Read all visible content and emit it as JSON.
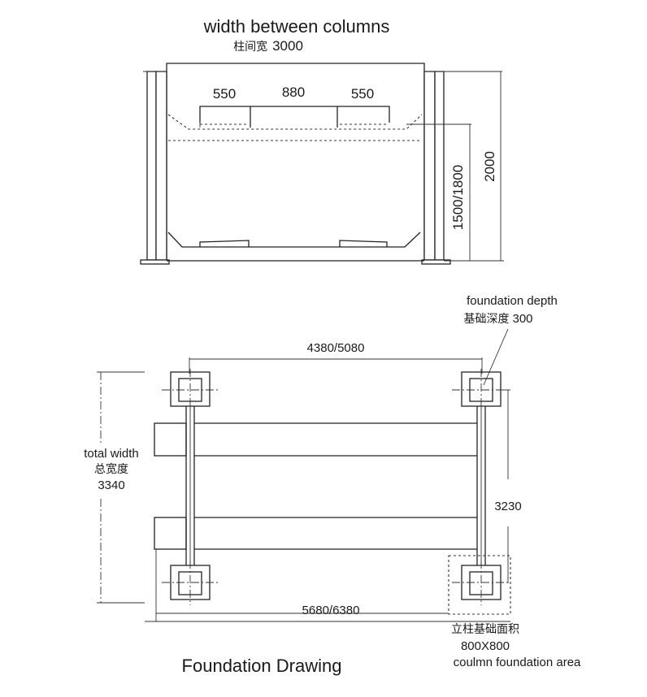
{
  "side_view": {
    "title_en": "width between columns",
    "title_cn": "柱间宽",
    "title_value": "3000",
    "dim_left": "550",
    "dim_mid": "880",
    "dim_right": "550",
    "height_inner": "1500/1800",
    "height_total": "2000"
  },
  "plan_view": {
    "depth_en": "foundation depth",
    "depth_cn": "基础深度",
    "depth_value": "300",
    "top_dim": "4380/5080",
    "total_width_en": "total width",
    "total_width_cn": "总宽度",
    "total_width_value": "3340",
    "right_dim": "3230",
    "bottom_dim": "5680/6380",
    "area_cn": "立柱基础面积",
    "area_value": "800X800",
    "area_en": "coulmn foundation area"
  },
  "caption": "Foundation Drawing"
}
